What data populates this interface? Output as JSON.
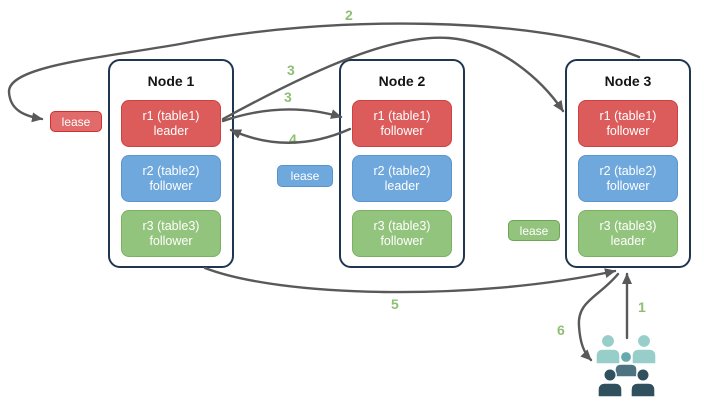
{
  "nodes": [
    {
      "title": "Node 1",
      "replicas": [
        {
          "name": "r1 (table1)",
          "role": "leader",
          "color": "red"
        },
        {
          "name": "r2 (table2)",
          "role": "follower",
          "color": "blue"
        },
        {
          "name": "r3 (table3)",
          "role": "follower",
          "color": "green"
        }
      ]
    },
    {
      "title": "Node 2",
      "replicas": [
        {
          "name": "r1 (table1)",
          "role": "follower",
          "color": "red"
        },
        {
          "name": "r2 (table2)",
          "role": "leader",
          "color": "blue"
        },
        {
          "name": "r3 (table3)",
          "role": "follower",
          "color": "green"
        }
      ]
    },
    {
      "title": "Node 3",
      "replicas": [
        {
          "name": "r1 (table1)",
          "role": "follower",
          "color": "red"
        },
        {
          "name": "r2 (table2)",
          "role": "follower",
          "color": "blue"
        },
        {
          "name": "r3 (table3)",
          "role": "leader",
          "color": "green"
        }
      ]
    }
  ],
  "leases": [
    {
      "label": "lease",
      "color": "red"
    },
    {
      "label": "lease",
      "color": "blue"
    },
    {
      "label": "lease",
      "color": "green"
    }
  ],
  "step_labels": [
    "1",
    "2",
    "3",
    "3",
    "4",
    "5",
    "6"
  ],
  "icons": {
    "users": "users-icon"
  },
  "colors": {
    "red_fill": "#DC5C5C",
    "red_border": "#CF4040",
    "blue_fill": "#6FA8DC",
    "blue_border": "#5B96CE",
    "green_fill": "#93C47D",
    "green_border": "#7CB161",
    "lease_red_border": "#D32F2F",
    "node_border": "#1F3550",
    "arrow": "#595959",
    "step_label": "#8FBF75",
    "users_light": "#97CEC9",
    "users_medium": "#68A9AE",
    "users_body": "#4E7380",
    "users_dark": "#2F505C"
  }
}
